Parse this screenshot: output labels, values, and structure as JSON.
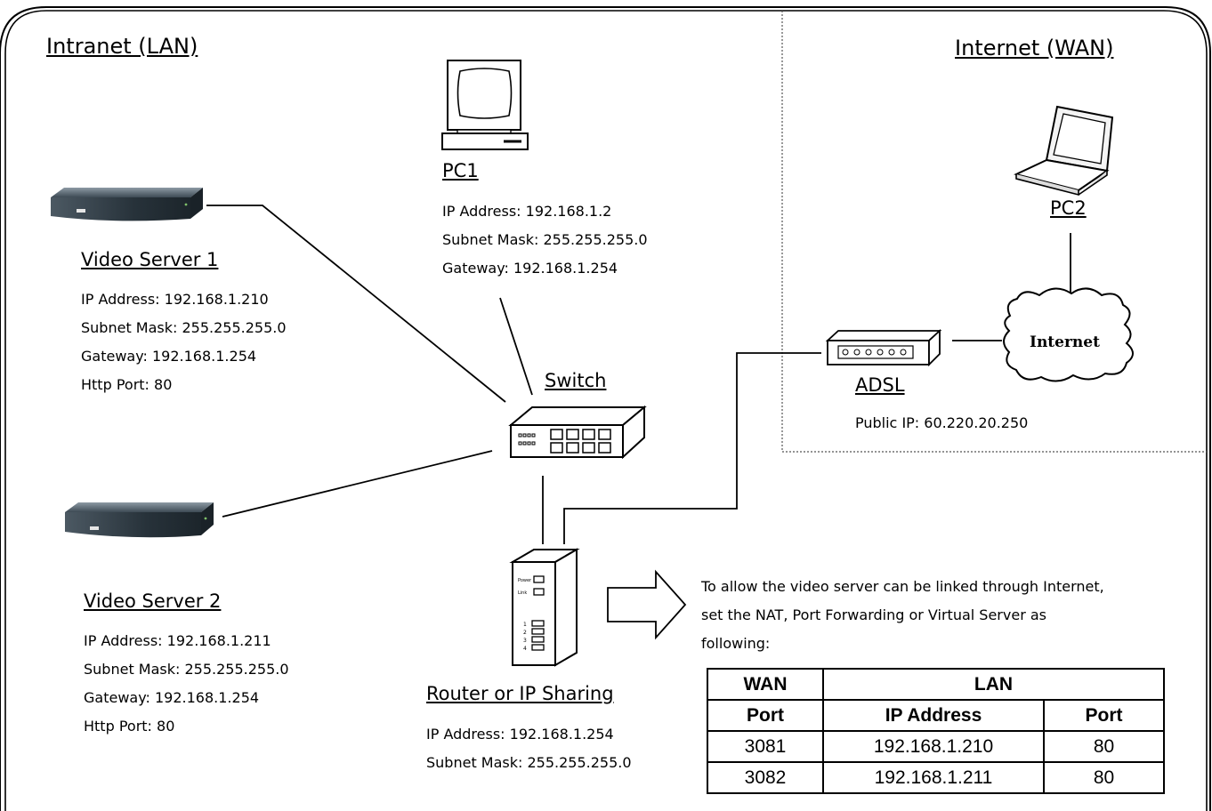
{
  "regions": {
    "intranet": "Intranet (LAN)",
    "internet": "Internet (WAN)"
  },
  "devices": {
    "pc1": {
      "name": "PC1",
      "lines": [
        "IP Address: 192.168.1.2",
        "Subnet Mask: 255.255.255.0",
        "Gateway: 192.168.1.254"
      ]
    },
    "pc2": {
      "name": "PC2"
    },
    "video_server_1": {
      "name": "Video Server 1",
      "lines": [
        "IP Address: 192.168.1.210",
        "Subnet Mask: 255.255.255.0",
        "Gateway: 192.168.1.254",
        "Http Port: 80"
      ]
    },
    "video_server_2": {
      "name": "Video Server 2",
      "lines": [
        "IP Address: 192.168.1.211",
        "Subnet Mask: 255.255.255.0",
        "Gateway: 192.168.1.254",
        "Http Port: 80"
      ]
    },
    "switch": {
      "name": "Switch"
    },
    "router": {
      "name": "Router or IP Sharing",
      "lines": [
        "IP Address: 192.168.1.254",
        "Subnet Mask: 255.255.255.0"
      ],
      "panel_labels": {
        "power": "Power",
        "link": "Link",
        "ports": [
          "1",
          "2",
          "3",
          "4"
        ]
      }
    },
    "adsl": {
      "name": "ADSL",
      "lines": [
        "Public IP: 60.220.20.250"
      ]
    },
    "internet_cloud": {
      "label": "Internet"
    }
  },
  "note": {
    "lines": [
      "To allow the video server can be linked through Internet,",
      "set the NAT, Port Forwarding or Virtual Server as",
      "following:"
    ]
  },
  "forwarding_table": {
    "header_top": {
      "wan": "WAN",
      "lan": "LAN"
    },
    "header_sub": {
      "wan_port": "Port",
      "ip": "IP Address",
      "lan_port": "Port"
    },
    "rows": [
      {
        "wan_port": "3081",
        "ip": "192.168.1.210",
        "lan_port": "80"
      },
      {
        "wan_port": "3082",
        "ip": "192.168.1.211",
        "lan_port": "80"
      }
    ]
  }
}
